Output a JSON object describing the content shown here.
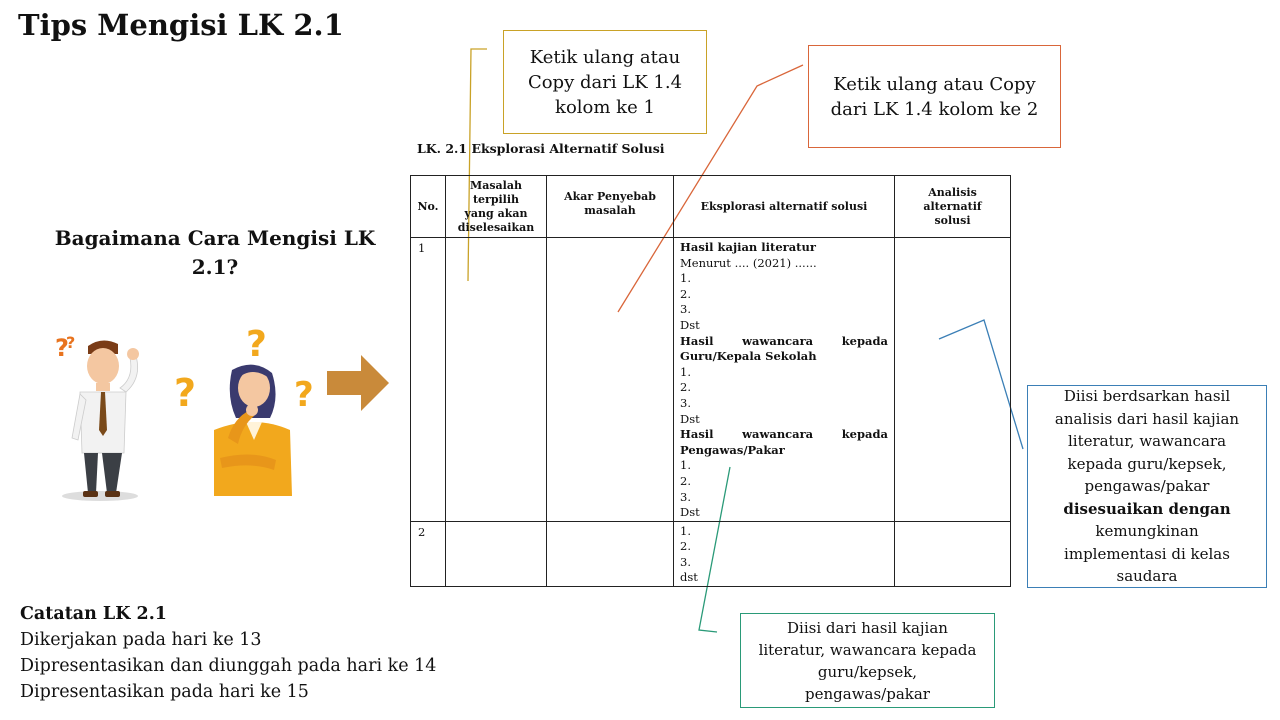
{
  "slide": {
    "title": "Tips Mengisi LK 2.1",
    "question_line1": "Bagaimana Cara Mengisi LK",
    "question_line2": "2.1?"
  },
  "callouts": {
    "col1": [
      "Ketik ulang atau",
      "Copy dari LK 1.4",
      "kolom ke 1"
    ],
    "col2": [
      "Ketik ulang atau Copy",
      "dari LK 1.4 kolom ke 2"
    ],
    "analysis": {
      "l1": "Diisi berdsarkan hasil",
      "l2": "analisis dari hasil kajian",
      "l3": "literatur, wawancara",
      "l4": "kepada guru/kepsek,",
      "l5": "pengawas/pakar",
      "l6_bold": "disesuaikan dengan",
      "l7": "kemungkinan",
      "l8": "implementasi di kelas",
      "l9": "saudara"
    },
    "exploration": [
      "Diisi dari hasil kajian",
      "literatur, wawancara kepada",
      "guru/kepsek,",
      "pengawas/pakar"
    ]
  },
  "worksheet": {
    "title": "LK. 2.1 Eksplorasi Alternatif Solusi",
    "headers": {
      "no": "No.",
      "masalah": [
        "Masalah",
        "terpilih",
        "yang akan",
        "diselesaikan"
      ],
      "akar": [
        "Akar Penyebab",
        "masalah"
      ],
      "eksplorasi": "Eksplorasi alternatif solusi",
      "analisis": [
        "Analisis",
        "alternatif",
        "solusi"
      ]
    },
    "row1": {
      "no": "1",
      "kajian_title": "Hasil kajian literatur",
      "kajian_ref": "Menurut .... (2021) ......",
      "kajian_items": [
        "1.",
        "2.",
        "3.",
        "Dst"
      ],
      "guru_title_a": "Hasil wawancara kepada",
      "guru_title_b": "Guru/Kepala Sekolah",
      "guru_items": [
        "1.",
        "2.",
        "3.",
        "Dst"
      ],
      "pakar_title_a": "Hasil wawancara kepada",
      "pakar_title_b": "Pengawas/Pakar",
      "pakar_items": [
        "1.",
        "2.",
        "3.",
        "Dst"
      ]
    },
    "row2": {
      "no": "2",
      "items": [
        "1.",
        "2.",
        "3.",
        "dst"
      ]
    }
  },
  "notes": {
    "heading": "Catatan LK 2.1",
    "lines": [
      "Dikerjakan pada hari ke 13",
      "Dipresentasikan dan diunggah pada hari ke 14",
      "Dipresentasikan pada hari ke 15"
    ]
  },
  "colors": {
    "callout_col1": "#c9a227",
    "callout_col2": "#d9663a",
    "callout_analysis": "#3b7fb6",
    "callout_exploration": "#2a9a78",
    "arrow": "#c98a3a",
    "question_mark": "#f2a81d"
  }
}
